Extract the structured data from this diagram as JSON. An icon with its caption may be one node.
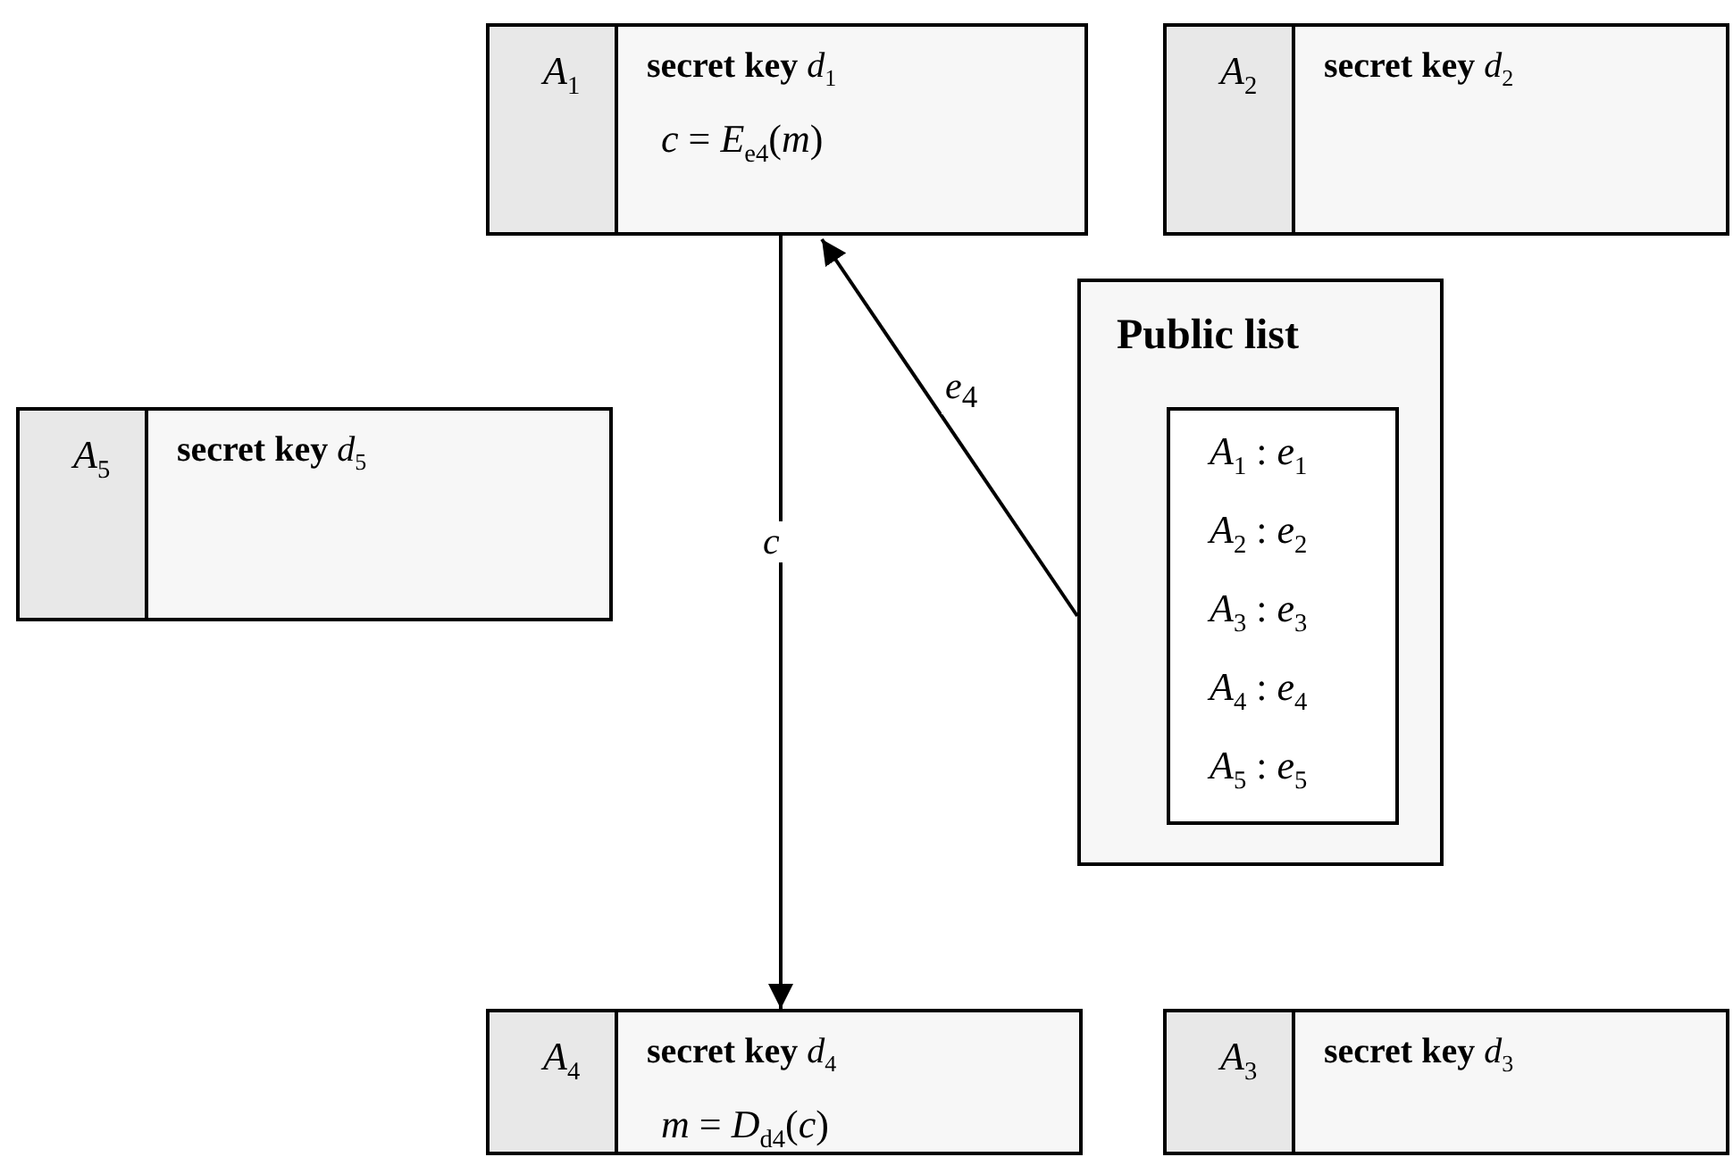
{
  "diagram": {
    "nodes": [
      {
        "text": [
          "*A*$_{1}$",
          "**secret key** *d*$_{1}$",
          "*c* = *E*$_{e4}$(*m*)"
        ]
      },
      {
        "text": [
          "*A*$_{2}$",
          "**secret key** *d*$_{2}$"
        ]
      },
      {
        "text": [
          "Public list"
        ]
      },
      {
        "text": [
          "*A*$_{1}$ : *e*$_{1}$",
          "*A*$_{2}$ : *e*$_{2}$",
          "*A*$_{3}$ : *e*$_{3}$",
          "*A*$_{4}$ : *e*$_{4}$",
          "*A*$_{5}$ : *e*$_{5}$"
        ],
        "in": 2
      },
      {
        "text": [
          "*A*$_{5}$",
          "**secret key** *d*$_{5}$"
        ]
      },
      {
        "text": [
          "*A*$_{4}$",
          "**secret key** *d*$_{4}$",
          "*m* = *D*$_{d4}$(*c*)"
        ]
      },
      {
        "text": [
          "*A*$_{3}$",
          "**secret key** *d*$_{3}$"
        ]
      }
    ],
    "edges": [
      {
        "from": 0,
        "to": 5,
        "arrow": "to",
        "label": "*c*"
      },
      {
        "from": 2,
        "to": 0,
        "arrow": "to",
        "label": "*e*$_{4}$"
      }
    ]
  }
}
